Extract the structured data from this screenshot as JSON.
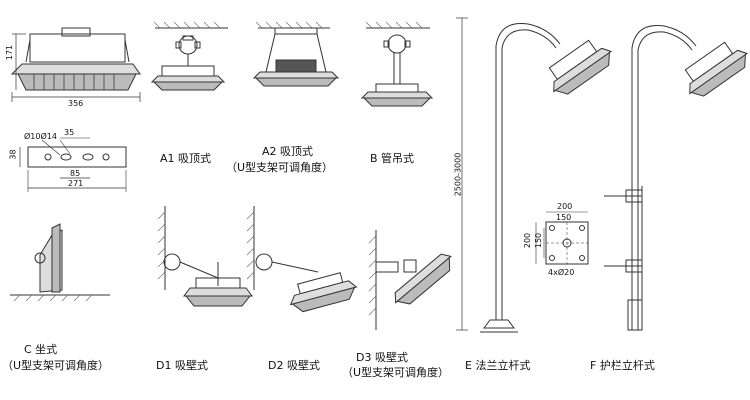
{
  "dimensions": {
    "height_171": "171",
    "width_356": "356",
    "bracket_holes": "Ø10Ø14",
    "bracket_35": "35",
    "bracket_38": "38",
    "bracket_85": "85",
    "bracket_271": "271",
    "pole_height": "2500-3000",
    "flange_200_top": "200",
    "flange_150_top": "150",
    "flange_200_side": "200",
    "flange_150_side": "150",
    "flange_holes": "4xØ20"
  },
  "labels": {
    "a1": "A1 吸顶式",
    "a2": "A2 吸顶式",
    "a2_sub": "（U型支架可调角度）",
    "b": "B 管吊式",
    "c": "C 坐式",
    "c_sub": "（U型支架可调角度）",
    "d1": "D1 吸壁式",
    "d2": "D2 吸壁式",
    "d3": "D3 吸壁式",
    "d3_sub": "（U型支架可调角度）",
    "e": "E 法兰立杆式",
    "f": "F 护栏立杆式"
  }
}
